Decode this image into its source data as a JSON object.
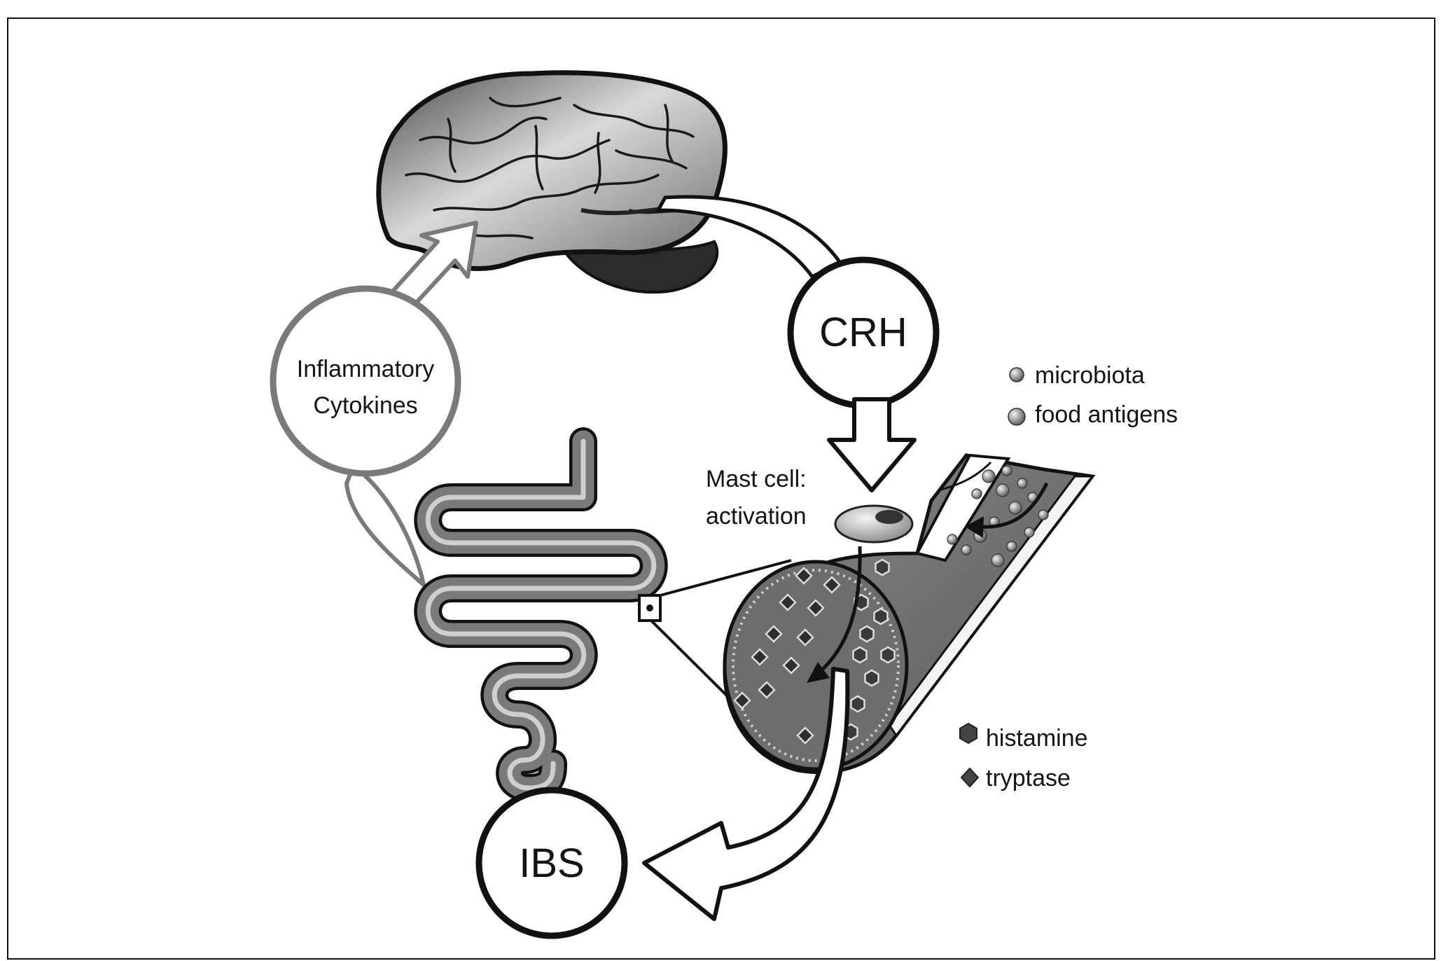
{
  "diagram": {
    "nodes": {
      "crh": "CRH",
      "ibs": "IBS",
      "cytokines_line1": "Inflammatory",
      "cytokines_line2": "Cytokines"
    },
    "mast_cell": {
      "line1": "Mast cell:",
      "line2": "activation"
    },
    "legend_top": [
      {
        "label": "microbiota",
        "symbol": "small-sphere-icon"
      },
      {
        "label": "food antigens",
        "symbol": "sphere-icon"
      }
    ],
    "legend_bottom": [
      {
        "label": "histamine",
        "symbol": "hexagon-granule-icon"
      },
      {
        "label": "tryptase",
        "symbol": "diamond-granule-icon"
      }
    ],
    "colors": {
      "ink": "#111111",
      "gray_tissue": "#6f6f6f",
      "light_gray": "#bdbdbd"
    }
  }
}
